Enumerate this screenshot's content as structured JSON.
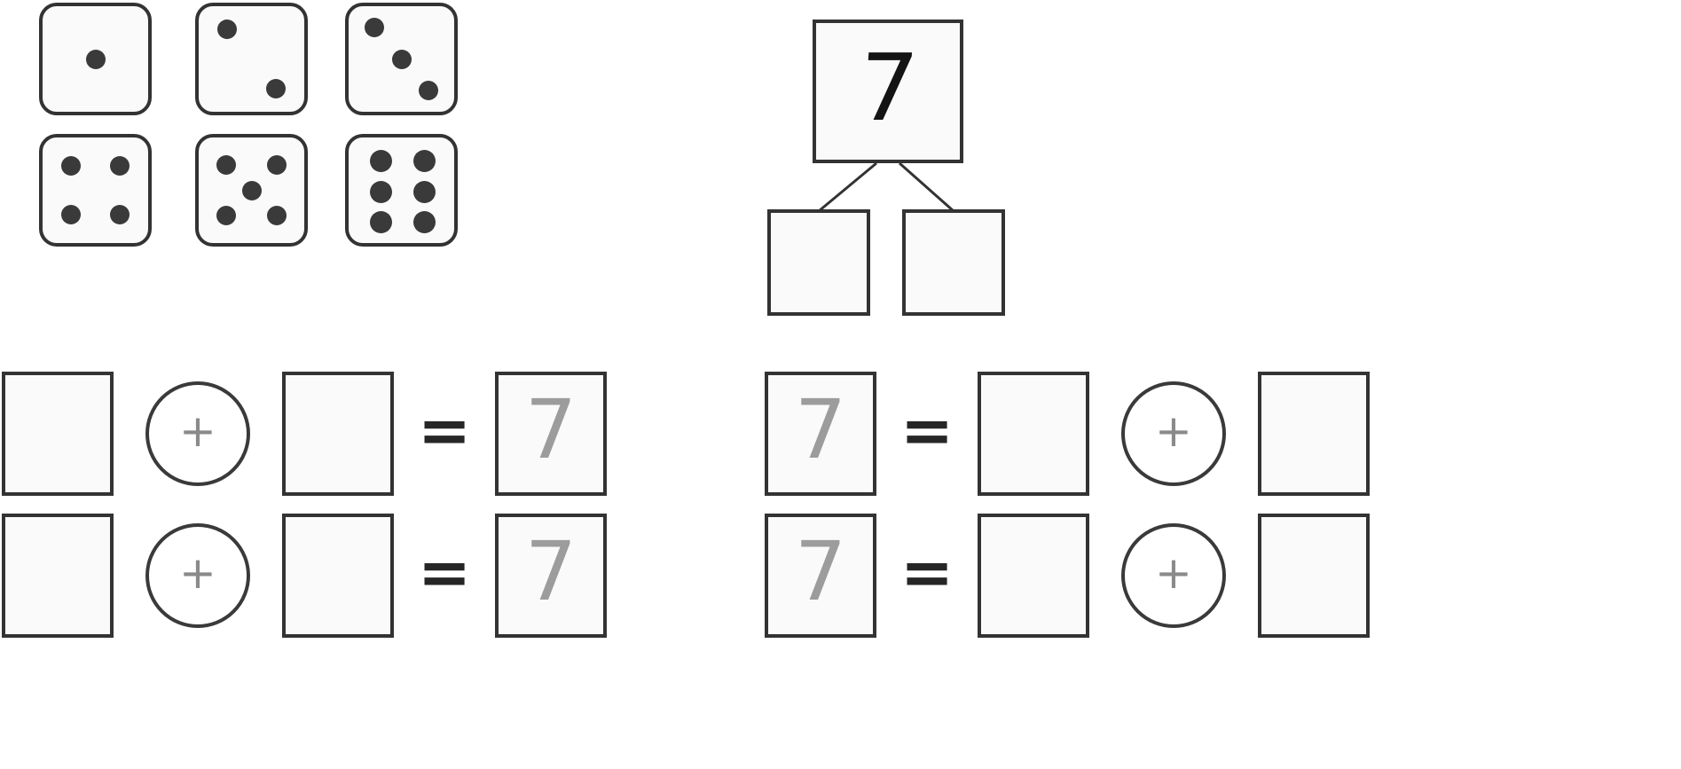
{
  "worksheet": {
    "target_number": "7",
    "background_color": "#ffffff",
    "box_border_color": "#333333",
    "box_fill_color": "#fafafa",
    "pip_color": "#3a3a3a",
    "filled_value_color": "#9c9c9c",
    "bond_value_color": "#141414",
    "plus_color": "#8a8a8a",
    "equals_color": "#262626"
  },
  "dice_panel": {
    "name": "dice-grid",
    "rows": 2,
    "columns": 3,
    "dice": [
      {
        "face_value": "1",
        "label": "die-face-1"
      },
      {
        "face_value": "2",
        "label": "die-face-2"
      },
      {
        "face_value": "3",
        "label": "die-face-3"
      },
      {
        "face_value": "4",
        "label": "die-face-4"
      },
      {
        "face_value": "5",
        "label": "die-face-5"
      },
      {
        "face_value": "6",
        "label": "die-face-6"
      }
    ]
  },
  "number_bond": {
    "name": "number-bond-diagram",
    "whole": "7",
    "part_left": "",
    "part_right": ""
  },
  "equations": {
    "left_column": [
      {
        "id": "equation-left-1",
        "cells": [
          {
            "type": "box",
            "value": ""
          },
          {
            "type": "circle",
            "value": "+"
          },
          {
            "type": "box",
            "value": ""
          },
          {
            "type": "equals",
            "value": "="
          },
          {
            "type": "box",
            "value": "7"
          }
        ]
      },
      {
        "id": "equation-left-2",
        "cells": [
          {
            "type": "box",
            "value": ""
          },
          {
            "type": "circle",
            "value": "+"
          },
          {
            "type": "box",
            "value": ""
          },
          {
            "type": "equals",
            "value": "="
          },
          {
            "type": "box",
            "value": "7"
          }
        ]
      }
    ],
    "right_column": [
      {
        "id": "equation-right-1",
        "cells": [
          {
            "type": "box",
            "value": "7"
          },
          {
            "type": "equals",
            "value": "="
          },
          {
            "type": "box",
            "value": ""
          },
          {
            "type": "circle",
            "value": "+"
          },
          {
            "type": "box",
            "value": ""
          }
        ]
      },
      {
        "id": "equation-right-2",
        "cells": [
          {
            "type": "box",
            "value": "7"
          },
          {
            "type": "equals",
            "value": "="
          },
          {
            "type": "box",
            "value": ""
          },
          {
            "type": "circle",
            "value": "+"
          },
          {
            "type": "box",
            "value": ""
          }
        ]
      }
    ]
  }
}
